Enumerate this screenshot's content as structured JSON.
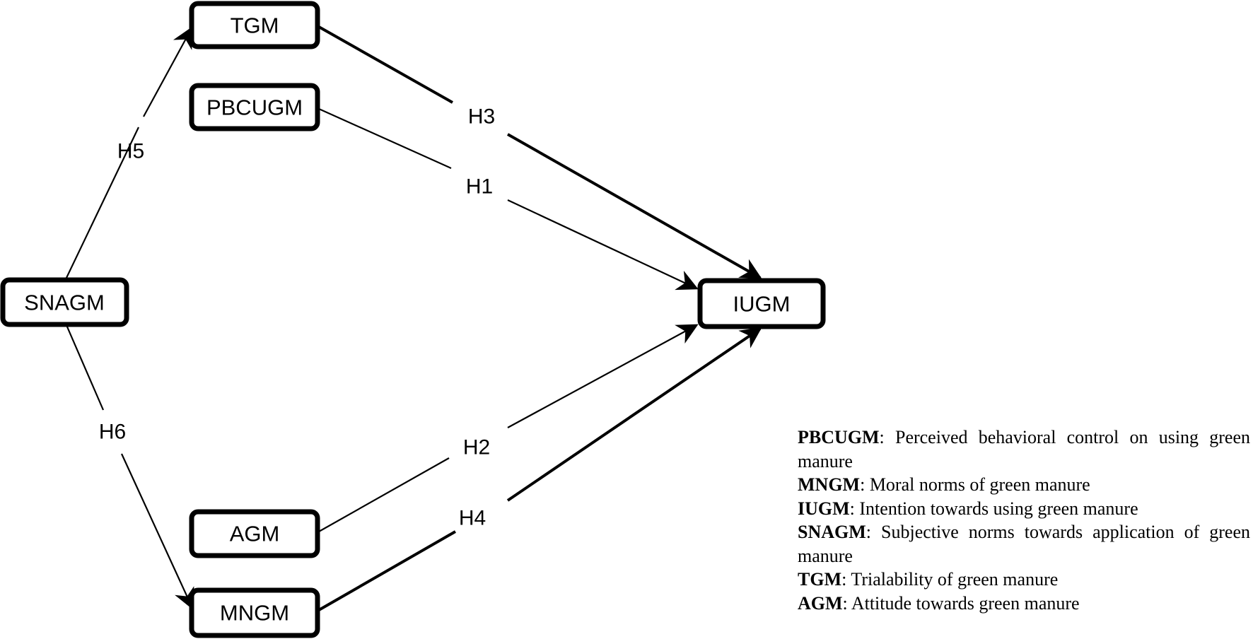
{
  "nodes": {
    "tgm": "TGM",
    "pbcugm": "PBCUGM",
    "snagm": "SNAGM",
    "iugm": "IUGM",
    "agm": "AGM",
    "mngm": "MNGM"
  },
  "edges": {
    "h1": {
      "label": "H1",
      "from": "PBCUGM",
      "to": "IUGM"
    },
    "h2": {
      "label": "H2",
      "from": "AGM",
      "to": "IUGM"
    },
    "h3": {
      "label": "H3",
      "from": "TGM",
      "to": "IUGM"
    },
    "h4": {
      "label": "H4",
      "from": "MNGM",
      "to": "IUGM"
    },
    "h5": {
      "label": "H5",
      "from": "SNAGM",
      "to": "TGM"
    },
    "h6": {
      "label": "H6",
      "from": "SNAGM",
      "to": "MNGM"
    }
  },
  "legend": [
    {
      "abbr": "PBCUGM",
      "text": ": Perceived behavioral control on using green manure"
    },
    {
      "abbr": "MNGM",
      "text": ": Moral norms of green manure"
    },
    {
      "abbr": "IUGM",
      "text": ": Intention towards using green manure"
    },
    {
      "abbr": "SNAGM",
      "text": ": Subjective norms towards application of green manure"
    },
    {
      "abbr": "TGM",
      "text": ": Trialability of green manure"
    },
    {
      "abbr": "AGM",
      "text": ": Attitude towards green manure"
    }
  ]
}
